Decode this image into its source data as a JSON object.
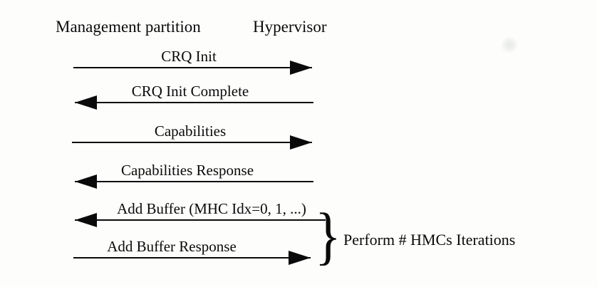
{
  "page": {
    "background_color": "#fdfdfc",
    "ink_color": "#0a0a0a"
  },
  "diagram": {
    "participants": [
      {
        "name": "Management partition"
      },
      {
        "name": "Hypervisor"
      }
    ],
    "messages": [
      {
        "label": "CRQ Init",
        "direction": "right"
      },
      {
        "label": "CRQ Init Complete",
        "direction": "left"
      },
      {
        "label": "Capabilities",
        "direction": "right"
      },
      {
        "label": "Capabilities Response",
        "direction": "left"
      },
      {
        "label": "Add Buffer (MHC Idx=0, 1, ...)",
        "direction": "left"
      },
      {
        "label": "Add Buffer Response",
        "direction": "right"
      }
    ],
    "annotation": {
      "brace_glyph": "}",
      "label": "Perform # HMCs Iterations",
      "applies_to_messages": [
        "Add Buffer (MHC Idx=0, 1, ...)",
        "Add Buffer Response"
      ]
    }
  }
}
